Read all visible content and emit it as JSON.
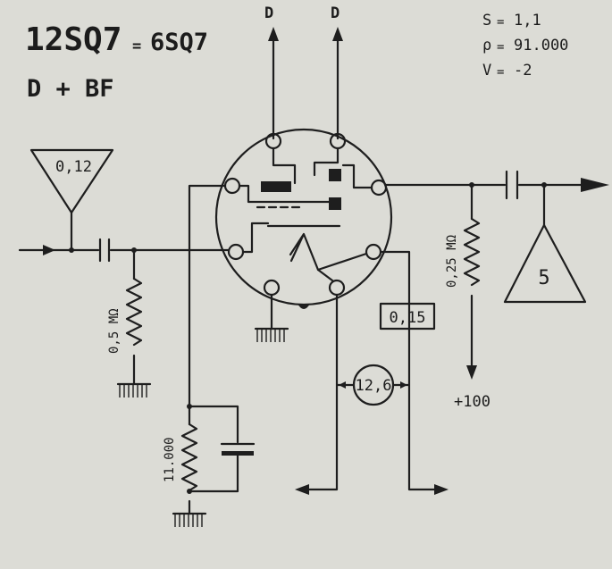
{
  "header": {
    "tube": "12SQ7",
    "equals": "=",
    "equivalent": "6SQ7",
    "function": "D + BF"
  },
  "specs": [
    {
      "symbol": "S",
      "eq": "=",
      "value": "1,1"
    },
    {
      "symbol": "ρ",
      "eq": "=",
      "value": "91.000"
    },
    {
      "symbol": "V",
      "eq": "=",
      "value": "-2"
    }
  ],
  "arrows": {
    "diode_left": "D",
    "diode_right": "D"
  },
  "components": {
    "input_triangle": "0,12",
    "grid_resistor": "0,5 MΩ",
    "cathode_resistor": "11.000",
    "plate_resistor": "0,25 MΩ",
    "heater_current_box": "0,15",
    "heater_voltage": "12,6",
    "supply": "+100",
    "output_triangle": "5"
  }
}
